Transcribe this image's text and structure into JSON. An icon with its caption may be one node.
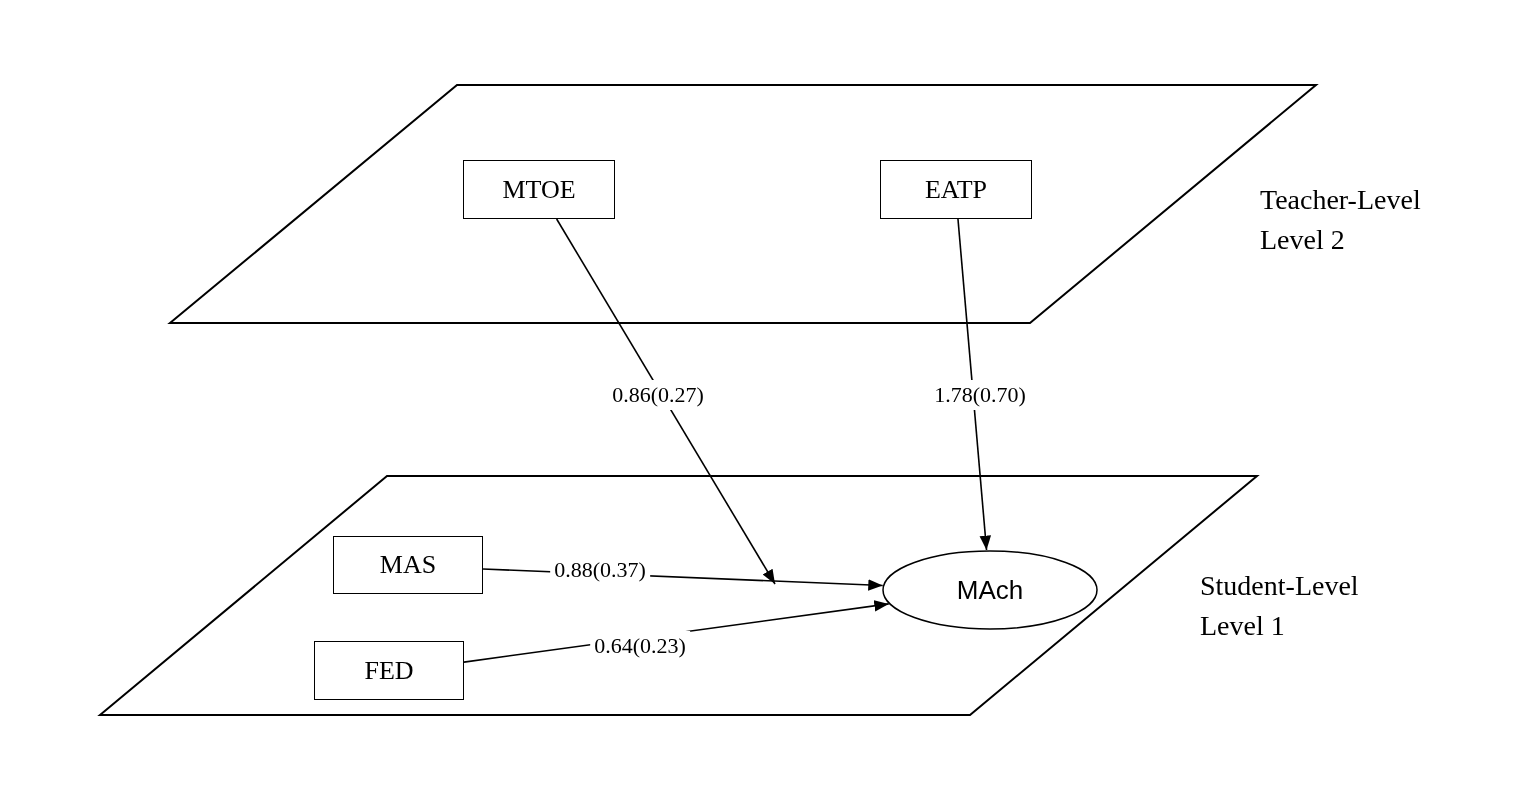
{
  "diagram": {
    "nodes": [
      {
        "text": [
          "Teacher-Level Level 2"
        ]
      },
      {
        "text": [
          "MTOE"
        ],
        "in": 0
      },
      {
        "text": [
          "EATP"
        ],
        "in": 0
      },
      {
        "text": [
          "Student-Level Level 1"
        ]
      },
      {
        "text": [
          "MAS"
        ],
        "in": 3
      },
      {
        "text": [
          "FED"
        ],
        "in": 3
      },
      {
        "text": [
          "MAch"
        ],
        "in": 3
      }
    ],
    "edges": [
      {
        "from": 1,
        "to": null,
        "arrow": "to",
        "label": "0.86(0.27)"
      },
      {
        "from": 2,
        "to": 6,
        "arrow": "to",
        "label": "1.78(0.70)"
      },
      {
        "from": 4,
        "to": 6,
        "arrow": "to",
        "label": "0.88(0.37)"
      },
      {
        "from": 5,
        "to": 6,
        "arrow": "to",
        "label": "0.64(0.23)"
      }
    ]
  }
}
